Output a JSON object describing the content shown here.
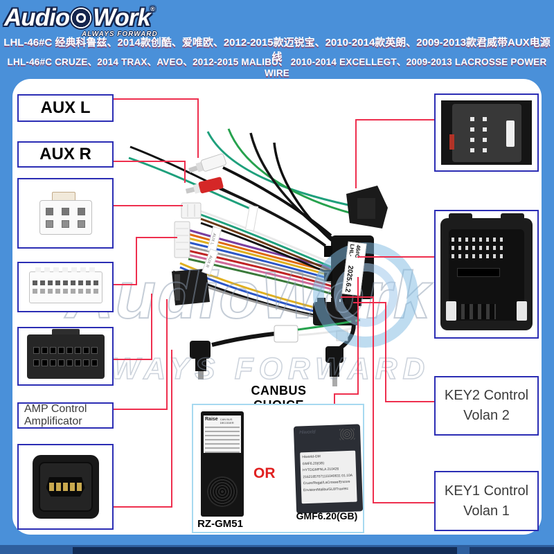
{
  "brand": {
    "name_part1": "Audio",
    "name_part2": "Work",
    "registered": "®",
    "tagline": "ALWAYS FORWARD"
  },
  "banner": {
    "line1_cn": "LHL-46#C 经典科鲁兹、2014款创酷、爱唯欧、2012-2015款迈锐宝、2010-2014款英朗、2009-2013款君威带AUX电源线",
    "line2_en": "LHL-46#C CRUZE、2014 TRAX、AVEO、2012-2015 MALIBU、 2010-2014 EXCELLEGT、2009-2013 LACROSSE POWER WIRE"
  },
  "callouts": {
    "aux_l": "AUX L",
    "aux_r": "AUX R",
    "amp_line1": "AMP Control",
    "amp_line2": "Amplificator",
    "key2_line1": "KEY2 Control",
    "key2_line2": "Volan 2",
    "key1_line1": "KEY1 Control",
    "key1_line2": "Volan 1"
  },
  "canbus": {
    "heading": "CANBUS CHOICE",
    "or": "OR",
    "left_model": "RZ-GM51",
    "right_model": "GMF6.20(GB)",
    "left_label_brand": "Raise",
    "left_label_title": "CAN BUS DECODER",
    "right_label_brand": "Hiworld",
    "right_label_lines": [
      "Hiworld-GM",
      "GMF6.20(GB)",
      "HYTDGMFNLA  210426",
      "21621857071111040631  01.10A",
      "Cruze/Regal/LaCrosse/Encore",
      "Envision/Malibu/GL8/Trax/etc"
    ]
  },
  "harness": {
    "label_line1": "LHL-46#C",
    "label_line2": "2025.6.2",
    "tag_aux_l": "AUX L",
    "tag_aux_r": "AUX R"
  },
  "watermark": {
    "text": "AudioWork",
    "tagline": "ALWAYS FORWARD"
  },
  "colors": {
    "bg": "#4a90d9",
    "boxblue": "#2b2db4",
    "red": "#ee2f4e",
    "canblue": "#a6d9f0",
    "orred": "#e02020"
  }
}
